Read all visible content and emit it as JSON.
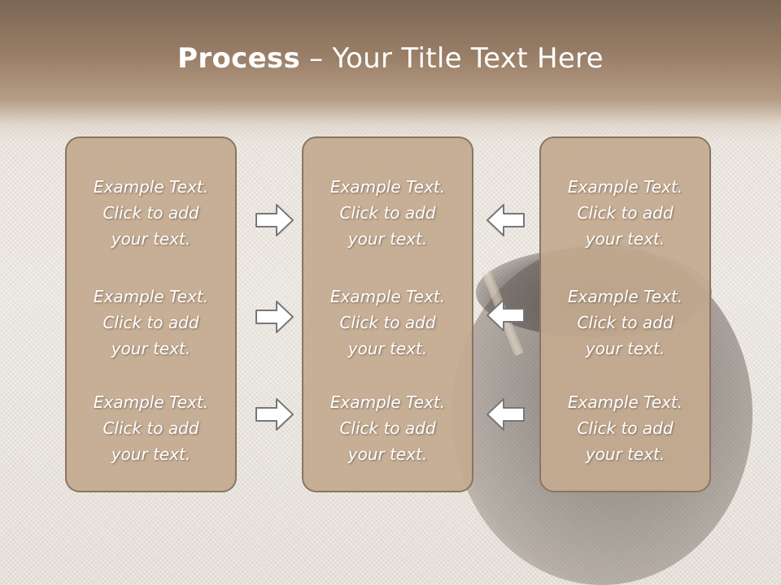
{
  "title": {
    "bold": "Process",
    "rest": " – Your Title Text Here"
  },
  "columns": [
    {
      "items": [
        {
          "l1": "Example Text.",
          "l2": "Click  to add",
          "l3": "your text."
        },
        {
          "l1": "Example Text.",
          "l2": "Click  to add",
          "l3": "your text."
        },
        {
          "l1": "Example Text.",
          "l2": "Click  to add",
          "l3": "your text."
        }
      ]
    },
    {
      "items": [
        {
          "l1": "Example Text.",
          "l2": "Click  to add",
          "l3": "your text."
        },
        {
          "l1": "Example Text.",
          "l2": "Click  to add",
          "l3": "your text."
        },
        {
          "l1": "Example Text.",
          "l2": "Click  to add",
          "l3": "your text."
        }
      ]
    },
    {
      "items": [
        {
          "l1": "Example Text.",
          "l2": "Click  to add",
          "l3": "your text."
        },
        {
          "l1": "Example Text.",
          "l2": "Click  to add",
          "l3": "your text."
        },
        {
          "l1": "Example Text.",
          "l2": "Click  to add",
          "l3": "your text."
        }
      ]
    }
  ],
  "icons": {
    "left_arrows": "arrow-right-icon",
    "right_arrows": "arrow-left-icon"
  },
  "colors": {
    "box_fill": "#c4aa90",
    "box_border": "#8a7560",
    "arrow_fill": "#ffffff",
    "arrow_stroke": "#777777",
    "header": "#8a7360"
  }
}
